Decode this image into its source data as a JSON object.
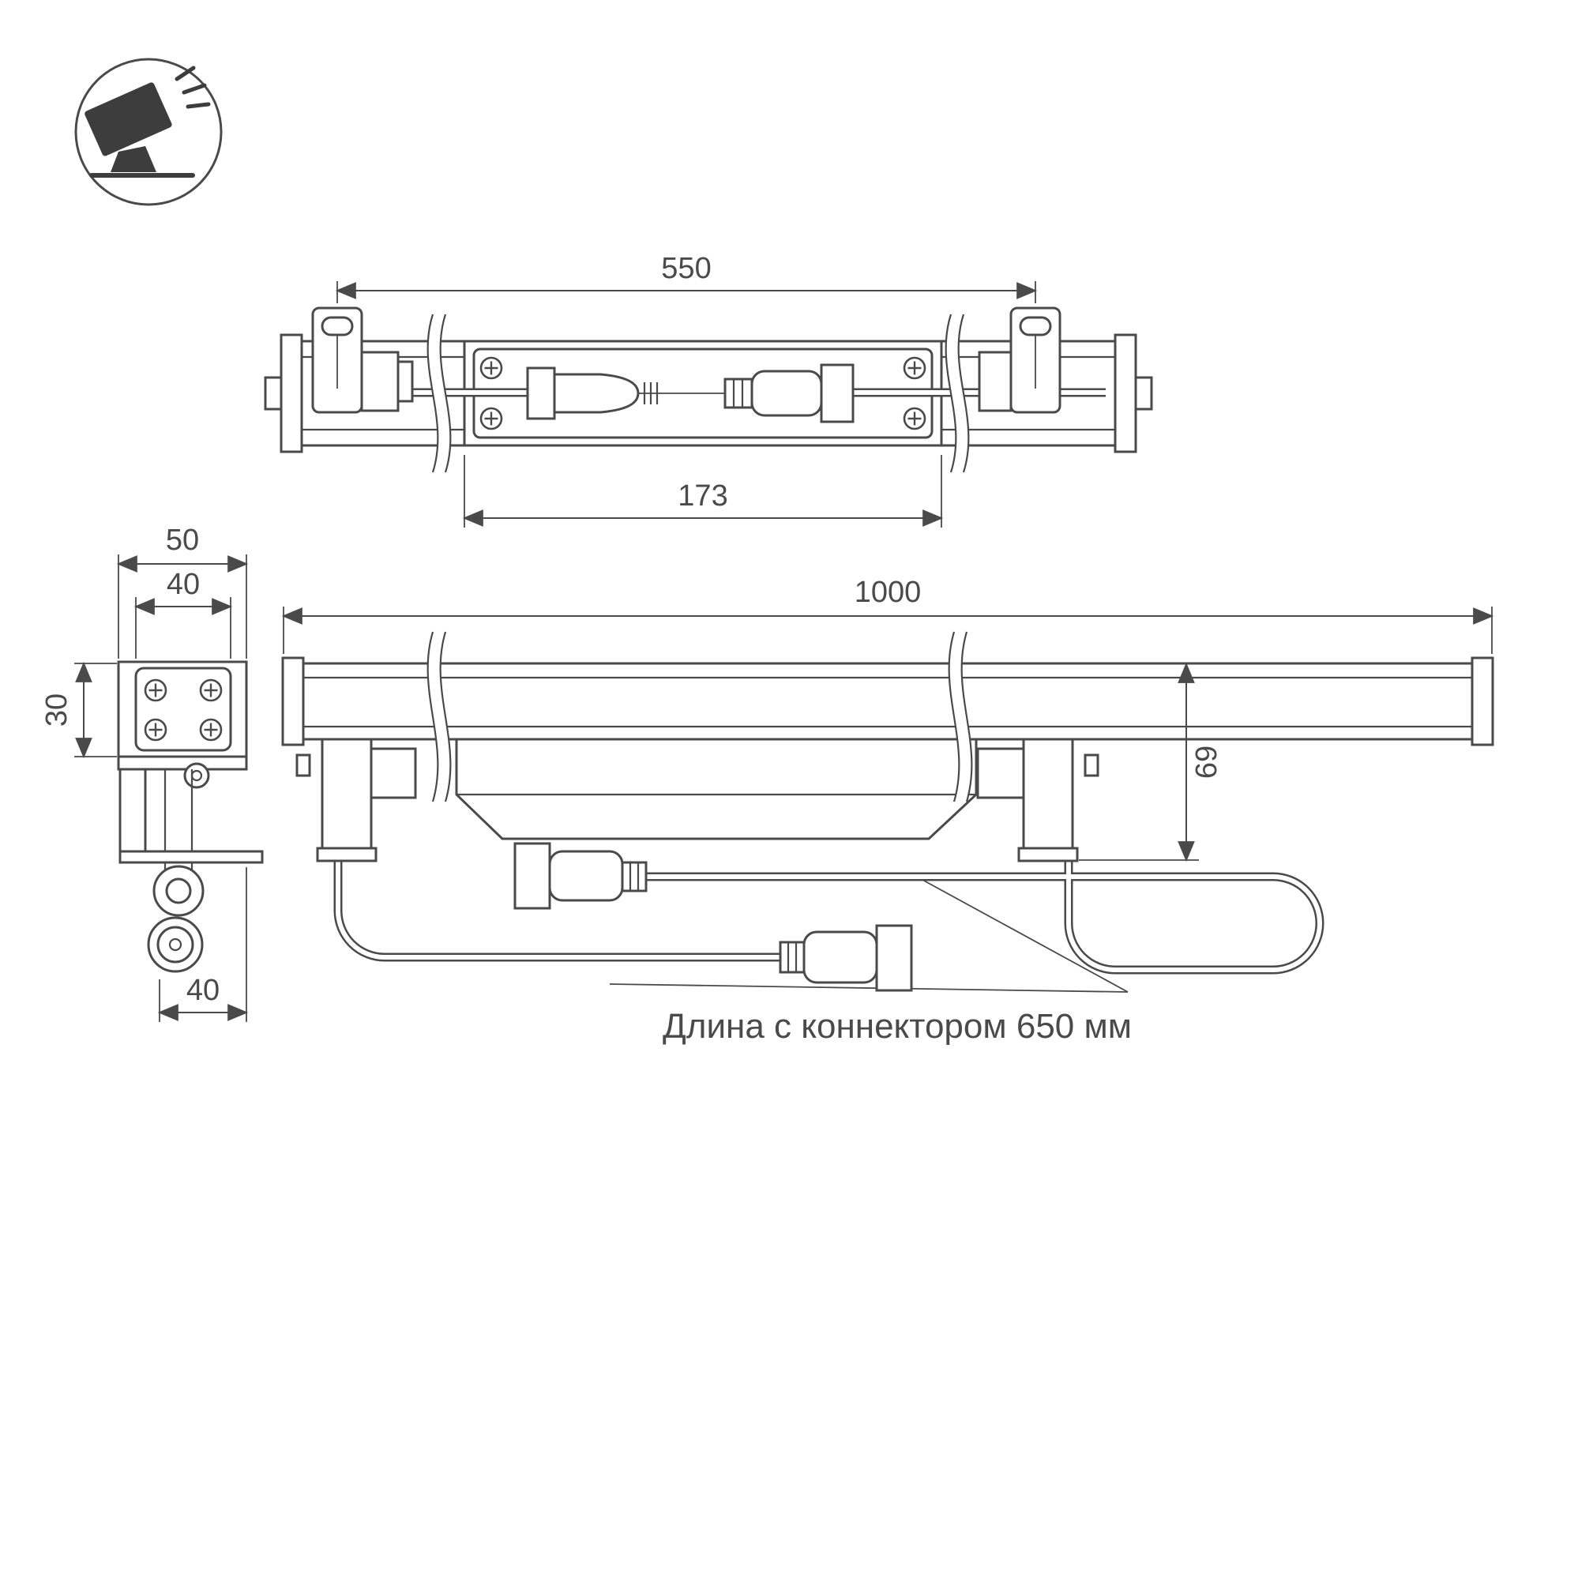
{
  "meta": {
    "type": "technical-dimension-drawing",
    "product": "linear-led-washer-fixture"
  },
  "icon": {
    "name": "floodlight-icon"
  },
  "views": {
    "top": {
      "dim_mount_spacing": "550",
      "dim_panel": "173"
    },
    "side": {
      "dim_width_outer": "50",
      "dim_width_inner": "40",
      "dim_height": "30",
      "dim_bottom": "40"
    },
    "front": {
      "dim_length": "1000",
      "dim_height": "69"
    }
  },
  "note": {
    "cable_length": "Длина с коннектором 650 мм"
  },
  "colors": {
    "line": "#4a4a4a",
    "background": "#ffffff",
    "icon_fill": "#3d3d3d"
  }
}
